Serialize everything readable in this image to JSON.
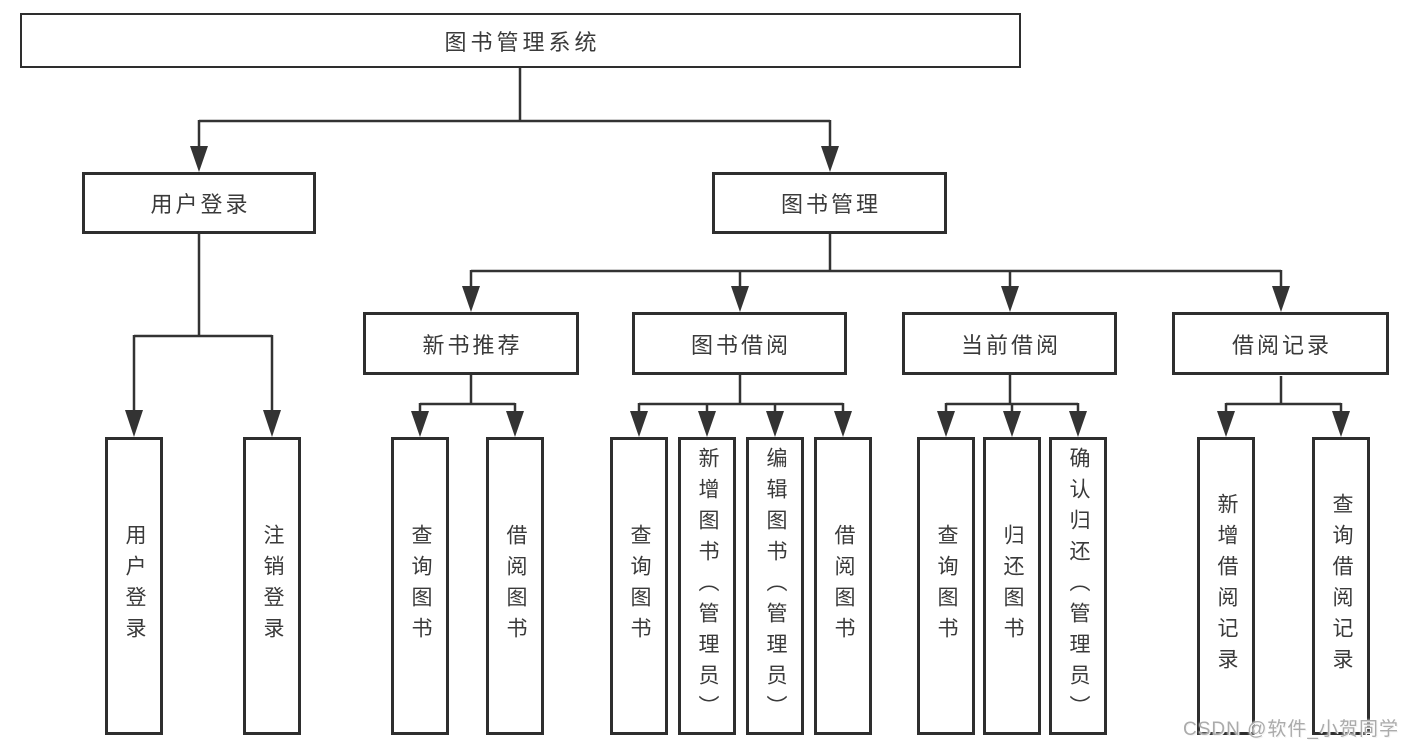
{
  "nodes": {
    "root": "图书管理系统",
    "level2": [
      "用户登录",
      "图书管理"
    ],
    "level3": [
      "新书推荐",
      "图书借阅",
      "当前借阅",
      "借阅记录"
    ],
    "leaves": {
      "user_login": [
        "用户登录",
        "注销登录"
      ],
      "new_book": [
        "查询图书",
        "借阅图书"
      ],
      "book_borrow": [
        "查询图书",
        "新增图书（管理员）",
        "编辑图书（管理员）",
        "借阅图书"
      ],
      "current_borrow": [
        "查询图书",
        "归还图书",
        "确认归还（管理员）"
      ],
      "borrow_records": [
        "新增借阅记录",
        "查询借阅记录"
      ]
    }
  },
  "watermark": "CSDN @软件_小贺同学",
  "colors": {
    "line": "#333333",
    "box_border": "#2e2e2e",
    "text": "#3a3a3a",
    "watermark": "#ababab",
    "background": "#ffffff"
  }
}
